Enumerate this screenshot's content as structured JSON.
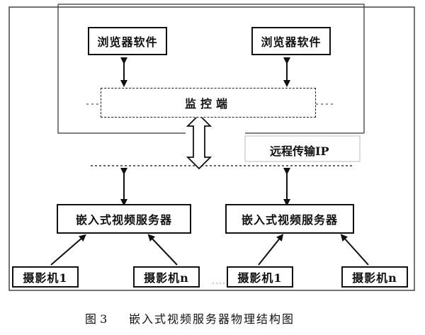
{
  "browser_boxes": [
    "浏览器软件",
    "浏览器软件"
  ],
  "monitor_label": "监控端",
  "network_label": "远程传输IP",
  "server_boxes": [
    "嵌入式视频服务器",
    "嵌入式视频服务器"
  ],
  "cameras": [
    "摄影机1",
    "摄影机n",
    "摄影机1",
    "摄影机n"
  ],
  "caption": {
    "fig_no": "图 3",
    "title": "嵌入式视频服务器物理结构图"
  }
}
